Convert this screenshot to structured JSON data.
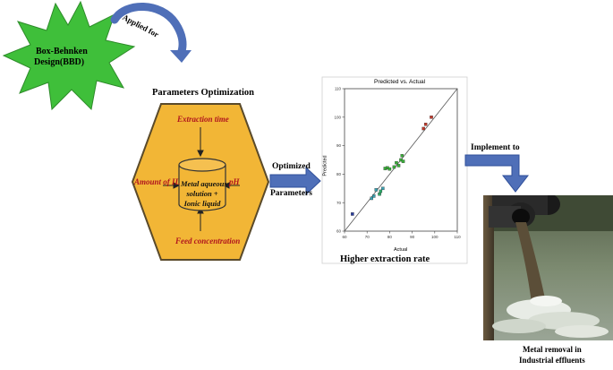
{
  "star": {
    "line1": "Box-Behnken",
    "line2": "Design(BBD)"
  },
  "curved_arrow": {
    "label": "Applied for"
  },
  "hexagon": {
    "title": "Parameters Optimization",
    "top_param": "Extraction time",
    "left_param": "Amount of IL",
    "right_param": "pH",
    "bottom_param": "Feed concentration",
    "cylinder_line1": "Metal aqueous",
    "cylinder_line2": "solution +",
    "cylinder_line3": "Ionic liquid"
  },
  "arrow_optimized": {
    "line1": "Optimized",
    "line2": "Parameters"
  },
  "chart_caption": "Higher extraction rate",
  "arrow_implement": {
    "label": "Implement to"
  },
  "photo": {
    "caption_line1": "Metal removal in",
    "caption_line2": "Industrial effluents"
  },
  "colors": {
    "star": "#3fbf3a",
    "hexagon": "#f2b636",
    "arrow": "#4f6fb8",
    "param_text": "#b0141e"
  },
  "chart_data": {
    "type": "scatter",
    "title": "Predicted vs. Actual",
    "xlabel": "Actual",
    "ylabel": "Predicted",
    "xlim": [
      60,
      110
    ],
    "ylim": [
      60,
      110
    ],
    "xticks": [
      60,
      70,
      80,
      90,
      100,
      110
    ],
    "yticks": [
      60,
      70,
      80,
      90,
      100,
      110
    ],
    "reference_line": [
      [
        60,
        60
      ],
      [
        110,
        110
      ]
    ],
    "points": [
      {
        "x": 63.5,
        "y": 66.0,
        "color": "#2a3d9e"
      },
      {
        "x": 72.0,
        "y": 71.5,
        "color": "#3aa0b0"
      },
      {
        "x": 73.0,
        "y": 72.3,
        "color": "#3aa0b0"
      },
      {
        "x": 74.0,
        "y": 74.5,
        "color": "#3aa0b0"
      },
      {
        "x": 75.5,
        "y": 73.0,
        "color": "#2ea86a"
      },
      {
        "x": 76.0,
        "y": 74.0,
        "color": "#2ea86a"
      },
      {
        "x": 77.0,
        "y": 75.0,
        "color": "#3aa0b0"
      },
      {
        "x": 78.0,
        "y": 82.0,
        "color": "#3aae3a"
      },
      {
        "x": 79.0,
        "y": 82.2,
        "color": "#3aae3a"
      },
      {
        "x": 80.0,
        "y": 81.8,
        "color": "#3aae3a"
      },
      {
        "x": 82.0,
        "y": 82.5,
        "color": "#3aae3a"
      },
      {
        "x": 83.0,
        "y": 84.0,
        "color": "#3aae3a"
      },
      {
        "x": 84.0,
        "y": 83.0,
        "color": "#3aae3a"
      },
      {
        "x": 85.0,
        "y": 85.0,
        "color": "#3aae3a"
      },
      {
        "x": 85.5,
        "y": 86.5,
        "color": "#3aae3a"
      },
      {
        "x": 86.0,
        "y": 84.5,
        "color": "#3aae3a"
      },
      {
        "x": 95.0,
        "y": 96.0,
        "color": "#c0392b"
      },
      {
        "x": 96.0,
        "y": 97.5,
        "color": "#c0392b"
      },
      {
        "x": 98.5,
        "y": 100.0,
        "color": "#c0392b"
      }
    ]
  }
}
